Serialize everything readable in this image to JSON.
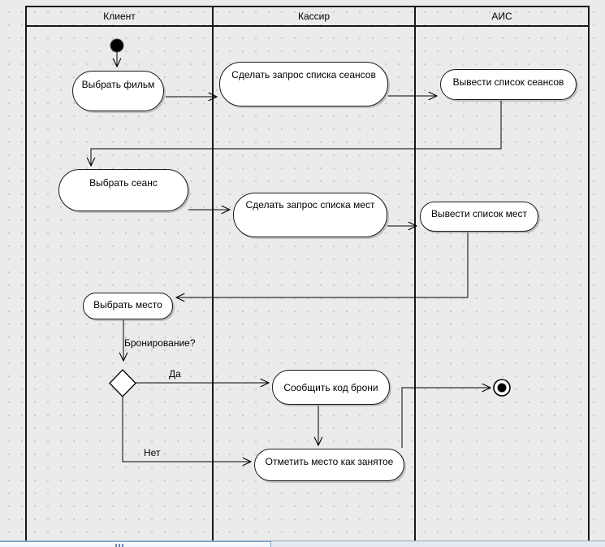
{
  "diagram": {
    "type": "uml-activity-swimlane",
    "lanes": [
      {
        "label": "Клиент"
      },
      {
        "label": "Кассир"
      },
      {
        "label": "АИС"
      }
    ],
    "activities": [
      {
        "label": "Выбрать фильм",
        "lane": "Клиент"
      },
      {
        "label": "Сделать запрос списка сеансов",
        "lane": "Кассир"
      },
      {
        "label": "Вывести список сеансов",
        "lane": "АИС"
      },
      {
        "label": "Выбрать сеанс",
        "lane": "Клиент"
      },
      {
        "label": "Сделать запрос списка мест",
        "lane": "Кассир"
      },
      {
        "label": "Вывести список мест",
        "lane": "АИС"
      },
      {
        "label": "Выбрать место",
        "lane": "Клиент"
      },
      {
        "label": "Сообщить код брони",
        "lane": "Кассир"
      },
      {
        "label": "Отметить место как занятое",
        "lane": "Кассир"
      }
    ],
    "edge_labels": {
      "decision_question": "Бронирование?",
      "yes": "Да",
      "no": "Нет"
    },
    "node_glyphs": {
      "initial": "filled-circle-icon",
      "final": "bullseye-icon",
      "decision": "diamond-icon"
    },
    "colors": {
      "background": "#ebebeb",
      "dot": "#cccccc",
      "node_fill": "#ffffff",
      "stroke": "#000000",
      "scrollbar_accent": "#7da2ce"
    }
  }
}
